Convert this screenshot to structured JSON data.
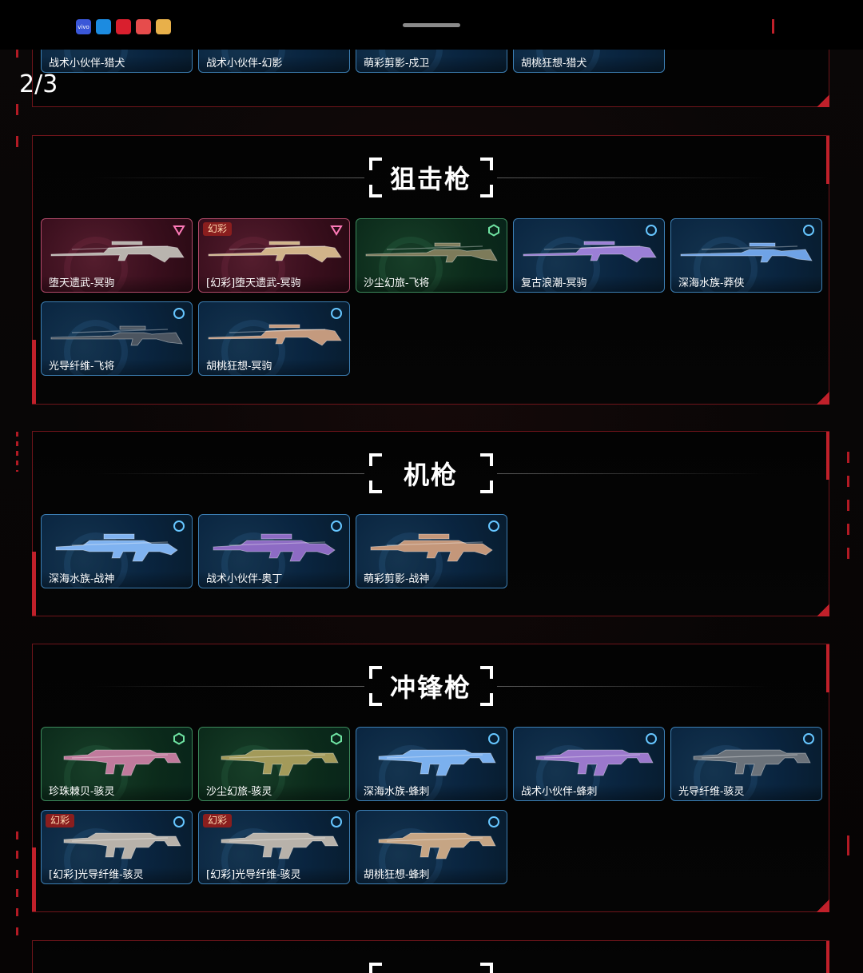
{
  "status_bar": {
    "apps": [
      {
        "name": "vivo-app-icon",
        "text": "vivo",
        "color": "#3a57d8"
      },
      {
        "name": "files-app-icon",
        "text": "",
        "color": "#1c8be0"
      },
      {
        "name": "game-app-icon",
        "text": "",
        "color": "#d91f2e"
      },
      {
        "name": "notes-app-icon",
        "text": "",
        "color": "#e64c4c"
      },
      {
        "name": "avatar-app-icon",
        "text": "",
        "color": "#e8b04a"
      }
    ]
  },
  "page_counter": "2/3",
  "colors": {
    "accent_red": "#c0202a",
    "card_blue": "#3c7fb4",
    "card_pink": "#b24a6a",
    "card_green": "#3c8a5c"
  },
  "top_row": {
    "items": [
      {
        "label": "战术小伙伴-猎犬",
        "tier": "blue"
      },
      {
        "label": "战术小伙伴-幻影",
        "tier": "blue"
      },
      {
        "label": "萌彩剪影-戍卫",
        "tier": "blue"
      },
      {
        "label": "胡桃狂想-猎犬",
        "tier": "blue"
      }
    ]
  },
  "sections": [
    {
      "title": "狙击枪",
      "items": [
        {
          "label": "堕天遗武-冥驹",
          "tier": "pink",
          "badge": "",
          "gun": "sniper",
          "gun_color": "#b9b4ae"
        },
        {
          "label": "[幻彩]堕天遗武-冥驹",
          "tier": "pink",
          "badge": "幻彩",
          "gun": "sniper",
          "gun_color": "#d1b48a"
        },
        {
          "label": "沙尘幻旅-飞将",
          "tier": "green",
          "badge": "",
          "gun": "rifle",
          "gun_color": "#7d7b5a"
        },
        {
          "label": "复古浪潮-冥驹",
          "tier": "blue",
          "badge": "",
          "gun": "sniper",
          "gun_color": "#9b7fd6"
        },
        {
          "label": "深海水族-莽侠",
          "tier": "blue",
          "badge": "",
          "gun": "rifle",
          "gun_color": "#6fa3e6"
        },
        {
          "label": "光导纤维-飞将",
          "tier": "blue",
          "badge": "",
          "gun": "rifle",
          "gun_color": "#4c5560"
        },
        {
          "label": "胡桃狂想-冥驹",
          "tier": "blue",
          "badge": "",
          "gun": "sniper",
          "gun_color": "#c49a7e"
        }
      ]
    },
    {
      "title": "机枪",
      "items": [
        {
          "label": "深海水族-战神",
          "tier": "blue",
          "badge": "",
          "gun": "lmg",
          "gun_color": "#7fb2f0"
        },
        {
          "label": "战术小伙伴-奥丁",
          "tier": "blue",
          "badge": "",
          "gun": "lmg",
          "gun_color": "#8d6bc4"
        },
        {
          "label": "萌彩剪影-战神",
          "tier": "blue",
          "badge": "",
          "gun": "lmg",
          "gun_color": "#c4977a"
        }
      ]
    },
    {
      "title": "冲锋枪",
      "items": [
        {
          "label": "珍珠棘贝-骇灵",
          "tier": "green",
          "badge": "",
          "gun": "smg",
          "gun_color": "#c07a9c"
        },
        {
          "label": "沙尘幻旅-骇灵",
          "tier": "green",
          "badge": "",
          "gun": "smg",
          "gun_color": "#a39a5a"
        },
        {
          "label": "深海水族-蜂刺",
          "tier": "blue",
          "badge": "",
          "gun": "smg",
          "gun_color": "#7bb0ee"
        },
        {
          "label": "战术小伙伴-蜂刺",
          "tier": "blue",
          "badge": "",
          "gun": "smg",
          "gun_color": "#9b78cc"
        },
        {
          "label": "光导纤维-骇灵",
          "tier": "blue",
          "badge": "",
          "gun": "smg",
          "gun_color": "#6b727a"
        },
        {
          "label": "[幻彩]光导纤维-骇灵",
          "tier": "blue",
          "badge": "幻彩",
          "gun": "smg",
          "gun_color": "#b8b2aa"
        },
        {
          "label": "[幻彩]光导纤维-骇灵",
          "tier": "blue",
          "badge": "幻彩",
          "gun": "smg",
          "gun_color": "#b8b2aa"
        },
        {
          "label": "胡桃狂想-蜂刺",
          "tier": "blue",
          "badge": "",
          "gun": "smg",
          "gun_color": "#c6a584"
        }
      ]
    },
    {
      "title": "",
      "items": []
    }
  ]
}
